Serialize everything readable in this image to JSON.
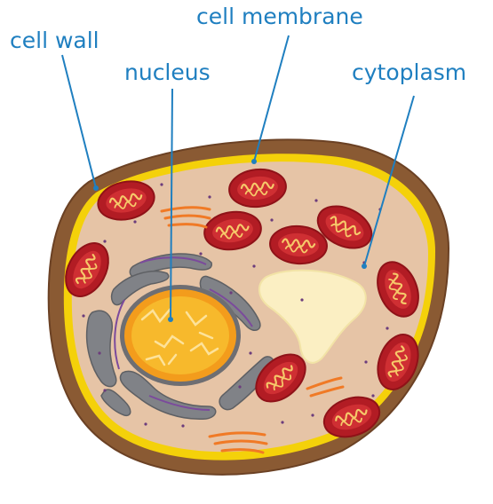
{
  "labels": {
    "cell_wall": "cell wall",
    "nucleus": "nucleus",
    "cell_membrane": "cell membrane",
    "cytoplasm": "cytoplasm"
  },
  "colors": {
    "cell_wall": "#8a5a33",
    "membrane": "#f4d10a",
    "cytoplasm": "#e6c4a6",
    "nucleus_outer": "#f39c1c",
    "nucleus_inner": "#f7b92c",
    "mitochondria_outer": "#b21c24",
    "vacuole": "#fbefc3",
    "golgi": "#808287",
    "er_orange": "#f07a26",
    "particles": "#6c3c7c",
    "label_text": "#1f7fc0",
    "leader_line": "#1f7fc0"
  }
}
